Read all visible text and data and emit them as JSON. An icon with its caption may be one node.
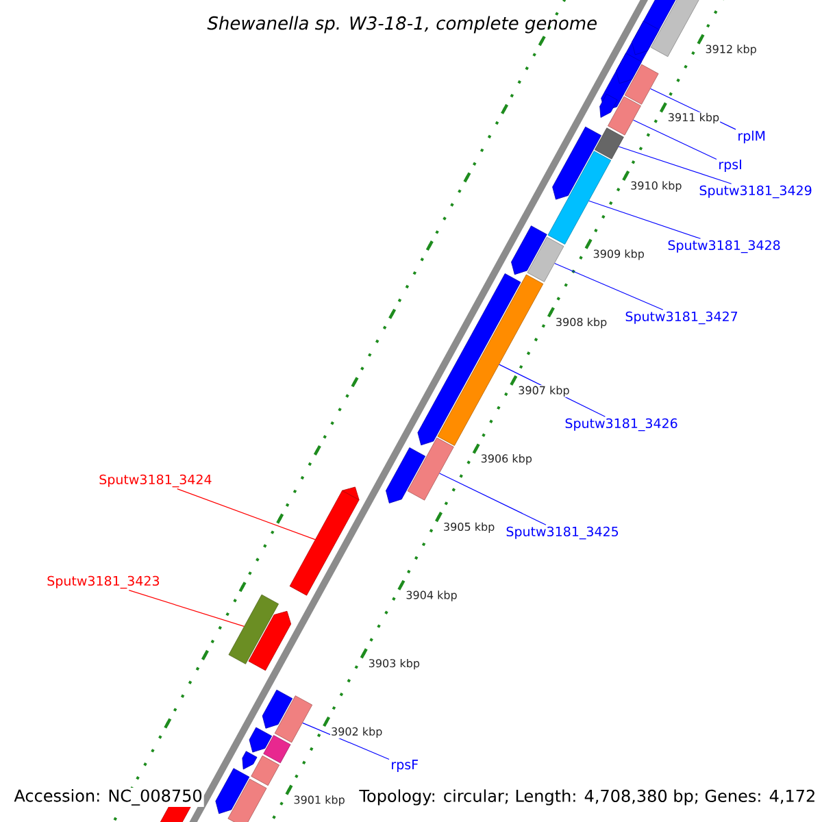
{
  "diagram": {
    "title": "Shewanella sp. W3-18-1, complete genome",
    "nodes": [
      {
        "text": [
          "rplM"
        ]
      },
      {
        "text": [
          "rpsI"
        ]
      },
      {
        "text": [
          "Sputw3181_3429"
        ]
      },
      {
        "text": [
          "Sputw3181_3428"
        ]
      },
      {
        "text": [
          "Sputw3181_3427"
        ]
      },
      {
        "text": [
          "Sputw3181_3426"
        ]
      },
      {
        "text": [
          "Sputw3181_3424"
        ]
      },
      {
        "text": [
          "Sputw3181_3425"
        ]
      },
      {
        "text": [
          "Sputw3181_3423"
        ]
      },
      {
        "text": [
          "rpsF"
        ]
      },
      {
        "text": [],
        "shape": "bar"
      },
      {
        "text": [],
        "shape": "bar"
      },
      {
        "text": [],
        "shape": "bar"
      },
      {
        "text": [],
        "shape": "bar"
      },
      {
        "text": [],
        "shape": "bar"
      },
      {
        "text": [],
        "shape": "bar"
      },
      {
        "text": [],
        "shape": "bar"
      },
      {
        "text": [],
        "shape": "bar"
      },
      {
        "text": [],
        "shape": "bar"
      },
      {
        "text": [],
        "shape": "bar"
      }
    ],
    "edges": [
      {
        "from": 0,
        "to": 10,
        "arrow": "none"
      },
      {
        "from": 1,
        "to": 11,
        "arrow": "none"
      },
      {
        "from": 2,
        "to": 12,
        "arrow": "none"
      },
      {
        "from": 3,
        "to": 13,
        "arrow": "none"
      },
      {
        "from": 4,
        "to": 14,
        "arrow": "none"
      },
      {
        "from": 5,
        "to": 15,
        "arrow": "none"
      },
      {
        "from": 6,
        "to": 16,
        "arrow": "none",
        "color": "#ff0000"
      },
      {
        "from": 7,
        "to": 17,
        "arrow": "none"
      },
      {
        "from": 8,
        "to": 18,
        "arrow": "none",
        "color": "#ff0000"
      },
      {
        "from": 9,
        "to": 19,
        "arrow": "none"
      }
    ],
    "labels": [
      "3912 kbp",
      "3911 kbp",
      "3910 kbp",
      "3909 kbp",
      "3908 kbp",
      "3907 kbp",
      "3906 kbp",
      "3905 kbp",
      "3904 kbp",
      "3903 kbp",
      "3902 kbp",
      "3901 kbp",
      "Accession: NC_008750",
      "Topology: circular; Length: 4,708,380 bp; Genes: 4,172"
    ]
  }
}
